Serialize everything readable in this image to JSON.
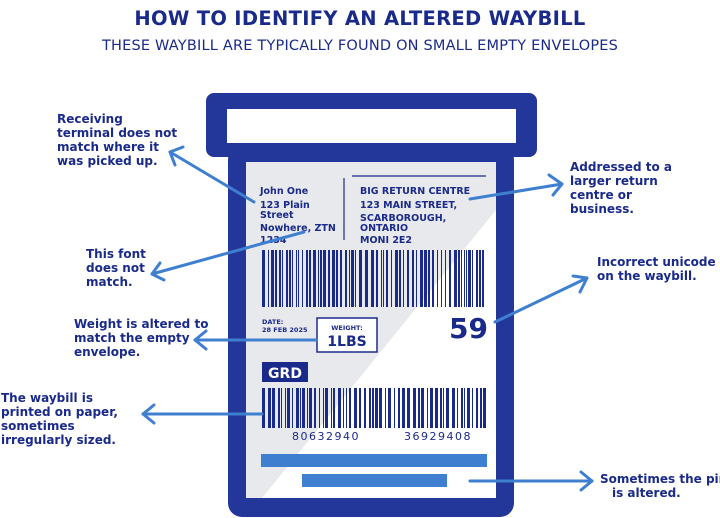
{
  "header": {
    "title": "HOW TO IDENTIFY AN ALTERED WAYBILL",
    "subtitle": "THESE WAYBILL ARE TYPICALLY FOUND ON SMALL EMPTY ENVELOPES"
  },
  "colors": {
    "navy": "#1a2a8a",
    "frame": "#23369a",
    "label_bg": "#e8e9ec",
    "arrow": "#3f7fd0",
    "bar_light": "#3f7fd0"
  },
  "waybill": {
    "sender": {
      "name": "John One",
      "street_1": "123 Plain",
      "street_2": "Street",
      "city": "Nowhere, ZTN",
      "postal": "1234"
    },
    "recipient": {
      "name": "BIG RETURN CENTRE",
      "street": "123 MAIN STREET,",
      "city": "SCARBOROUGH,",
      "province": "ONTARIO",
      "postal": "MONI 2E2"
    },
    "date_label": "DATE:",
    "date_value": "28 FEB 2025",
    "weight_label": "WEIGHT:",
    "weight_value": "1LBS",
    "code_number": "59",
    "service": "GRD",
    "barcode_num_left": "80632940",
    "barcode_num_right": "36929408"
  },
  "callouts": {
    "terminal": [
      "Receiving",
      "terminal does not",
      "match where it",
      "was picked up."
    ],
    "font": [
      "This font",
      "does not",
      "match."
    ],
    "weight": [
      "Weight is altered to",
      "match the empty",
      "envelope."
    ],
    "paper": [
      "The waybill is",
      "printed on paper,",
      "sometimes",
      "irregularly sized."
    ],
    "addressed": [
      "Addressed to a",
      "larger return",
      "centre or",
      "business."
    ],
    "unicode": [
      "Incorrect unicode",
      "on the waybill."
    ],
    "pin": [
      "Sometimes the pin",
      "is altered."
    ]
  }
}
